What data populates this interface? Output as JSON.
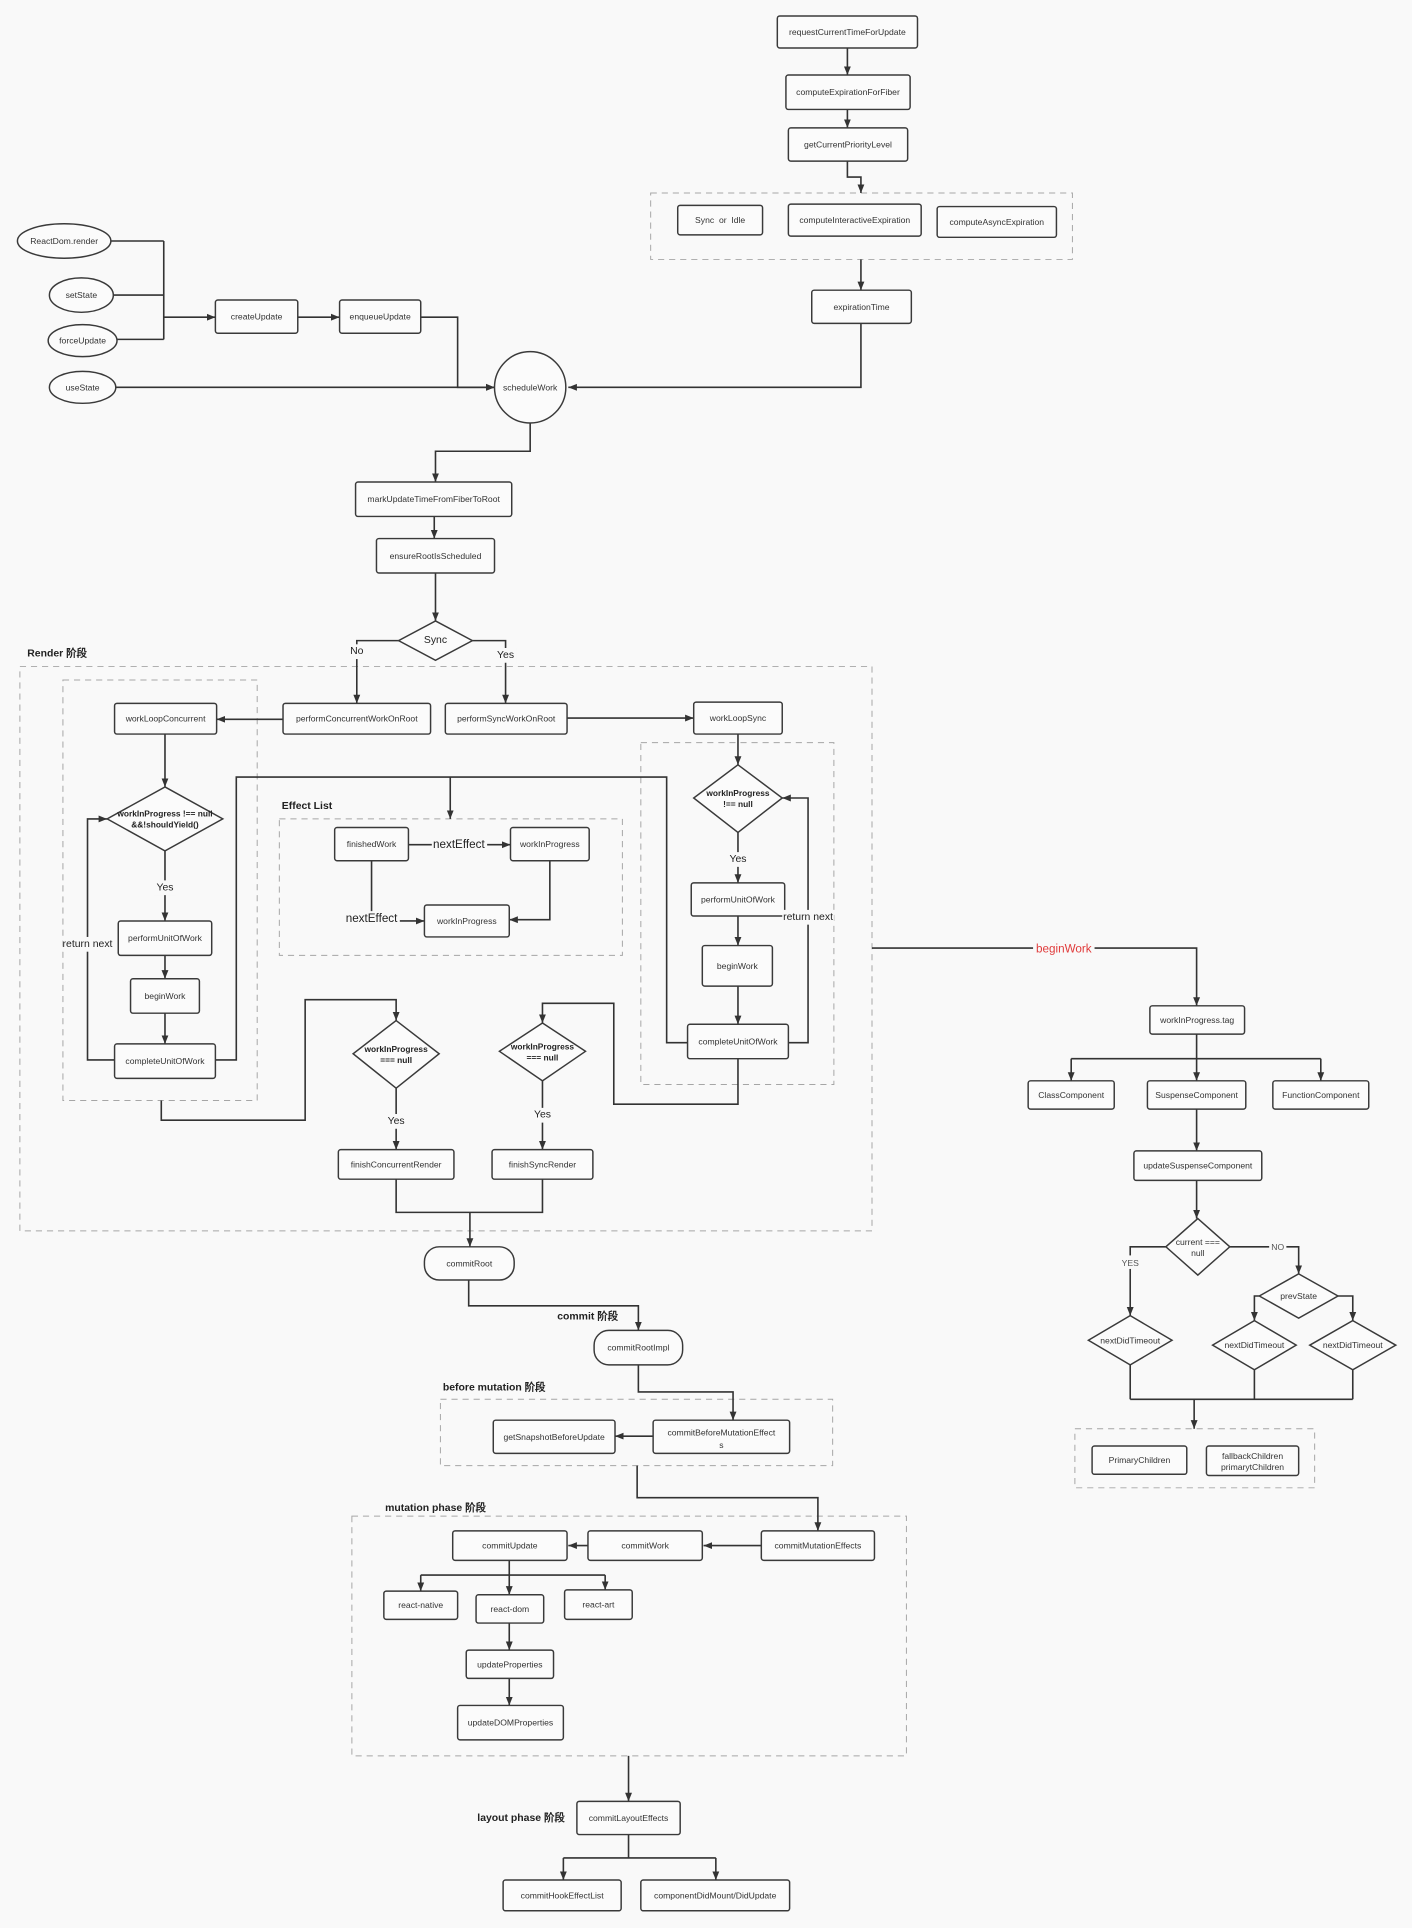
{
  "colors": {
    "background": "#f9f9f9",
    "stroke": "#333333",
    "dashed_group": "#a6a6a6",
    "accent_red": "#e03b3b"
  },
  "inputs": {
    "react_dom_render": "ReactDom.render",
    "set_state": "setState",
    "force_update": "forceUpdate",
    "use_state": "useState"
  },
  "expiration": {
    "request_current_time": "requestCurrentTimeForUpdate",
    "compute_expiration_for_fiber": "computeExpirationForFiber",
    "get_current_priority_level": "getCurrentPriorityLevel",
    "sync_or_idle": "Sync  or  Idle",
    "compute_interactive": "computeInteractiveExpiration",
    "compute_async": "computeAsyncExpiration",
    "expiration_time": "expirationTime"
  },
  "schedule": {
    "create_update": "createUpdate",
    "enqueue_update": "enqueueUpdate",
    "schedule_work": "scheduleWork",
    "mark_update_time": "markUpdateTimeFromFiberToRoot",
    "ensure_root": "ensureRootIsScheduled",
    "sync_decision": "Sync",
    "no": "No",
    "yes": "Yes"
  },
  "render": {
    "title": "Render 阶段",
    "perform_concurrent": "performConcurrentWorkOnRoot",
    "perform_sync": "performSyncWorkOnRoot",
    "concurrent_loop": {
      "work_loop": "workLoopConcurrent",
      "condition": [
        "workInProgress !== null",
        "&&!shouldYield()"
      ],
      "yes": "Yes",
      "perform_unit": "performUnitOfWork",
      "begin_work": "beginWork",
      "complete_unit": "completeUnitOfWork",
      "return_next": "return next"
    },
    "sync_loop": {
      "work_loop": "workLoopSync",
      "condition": [
        "workInProgress",
        "!== null"
      ],
      "yes": "Yes",
      "perform_unit": "performUnitOfWork",
      "begin_work": "beginWork",
      "complete_unit": "completeUnitOfWork",
      "return_next": "return next"
    },
    "effect_list": {
      "title": "Effect List",
      "finished_work": "finishedWork",
      "next_effect_1": "nextEffect",
      "work_in_progress_1": "workInProgress",
      "next_effect_2": "nextEffect",
      "work_in_progress_2": "workInProgress"
    },
    "concurrent_done": {
      "condition": [
        "workInProgress",
        "=== null"
      ],
      "yes": "Yes",
      "finish": "finishConcurrentRender"
    },
    "sync_done": {
      "condition": [
        "workInProgress",
        "=== null"
      ],
      "yes": "Yes",
      "finish": "finishSyncRender"
    }
  },
  "begin_work_branch": {
    "edge_label": "beginWork",
    "tag": "workInProgress.tag",
    "class_component": "ClassComponent",
    "suspense_component": "SuspenseComponent",
    "function_component": "FunctionComponent",
    "update_suspense": "updateSuspenseComponent",
    "current_null": [
      "current ===",
      "null"
    ],
    "yes": "YES",
    "no": "NO",
    "prev_state": "prevState",
    "next_did_timeout": [
      "nextDidTimeout",
      "nextDidTimeout",
      "nextDidTimeout"
    ],
    "primary_children": "PrimaryChildren",
    "fallback_children": [
      "fallbackChildren",
      "primarytChildren"
    ]
  },
  "commit": {
    "commit_root": "commitRoot",
    "title": "commit 阶段",
    "commit_root_impl": "commitRootImpl",
    "before_mutation": {
      "title": "before mutation 阶段",
      "effects": [
        "commitBeforeMutationEffect",
        "s"
      ],
      "snapshot": "getSnapshotBeforeUpdate"
    },
    "mutation": {
      "title": "mutation phase 阶段",
      "effects": "commitMutationEffects",
      "commit_work": "commitWork",
      "commit_update": "commitUpdate",
      "react_native": "react-native",
      "react_dom": "react-dom",
      "react_art": "react-art",
      "update_properties": "updateProperties",
      "update_dom_properties": "updateDOMProperties"
    },
    "layout": {
      "title": "layout phase 阶段",
      "effects": "commitLayoutEffects",
      "hook_effect_list": "commitHookEffectList",
      "did_mount": "componentDidMount/DidUpdate"
    }
  }
}
